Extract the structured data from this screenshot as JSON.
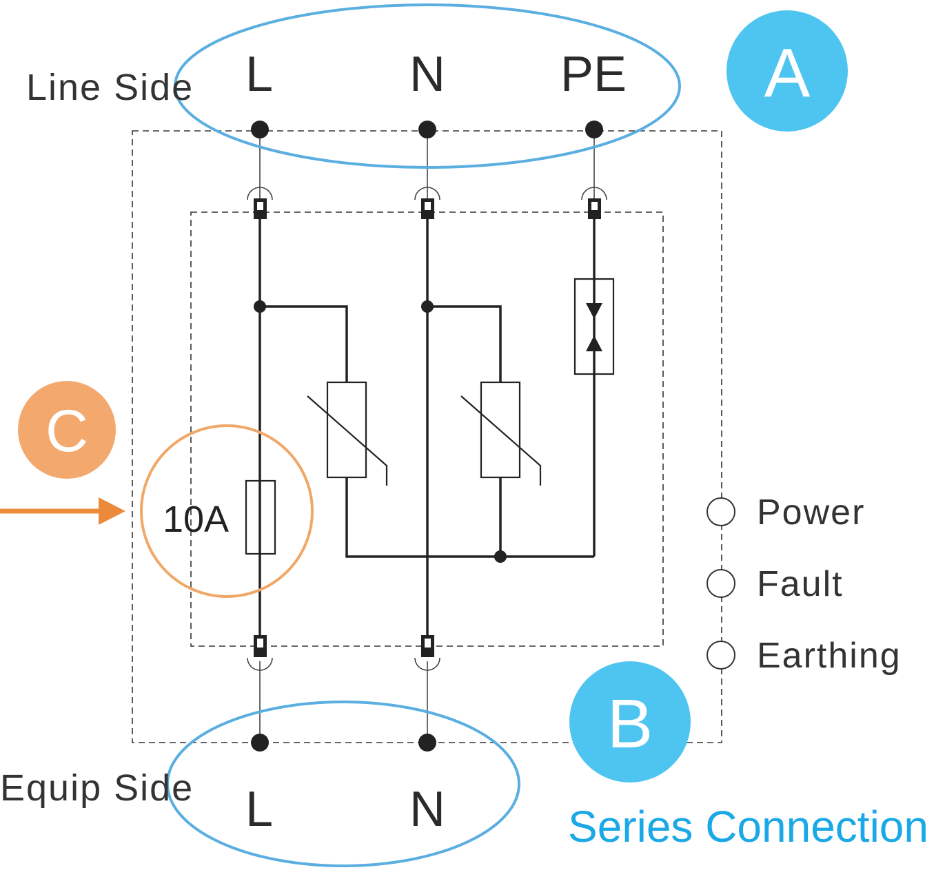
{
  "labels": {
    "line_side": "Line Side",
    "equip_side": "Equip Side",
    "top_L": "L",
    "top_N": "N",
    "top_PE": "PE",
    "bottom_L": "L",
    "bottom_N": "N",
    "fuse_rating": "10A",
    "series_connection": "Series Connection"
  },
  "badges": {
    "a": "A",
    "b": "B",
    "c": "C"
  },
  "indicators": [
    {
      "label": "Power"
    },
    {
      "label": "Fault"
    },
    {
      "label": "Earthing"
    }
  ],
  "colors": {
    "badge_blue": "#4ec5f1",
    "outline_blue": "#5aaee0",
    "accent_orange": "#f0a868",
    "arrow_orange": "#ec8a3c",
    "series_text": "#1aa8e6"
  }
}
